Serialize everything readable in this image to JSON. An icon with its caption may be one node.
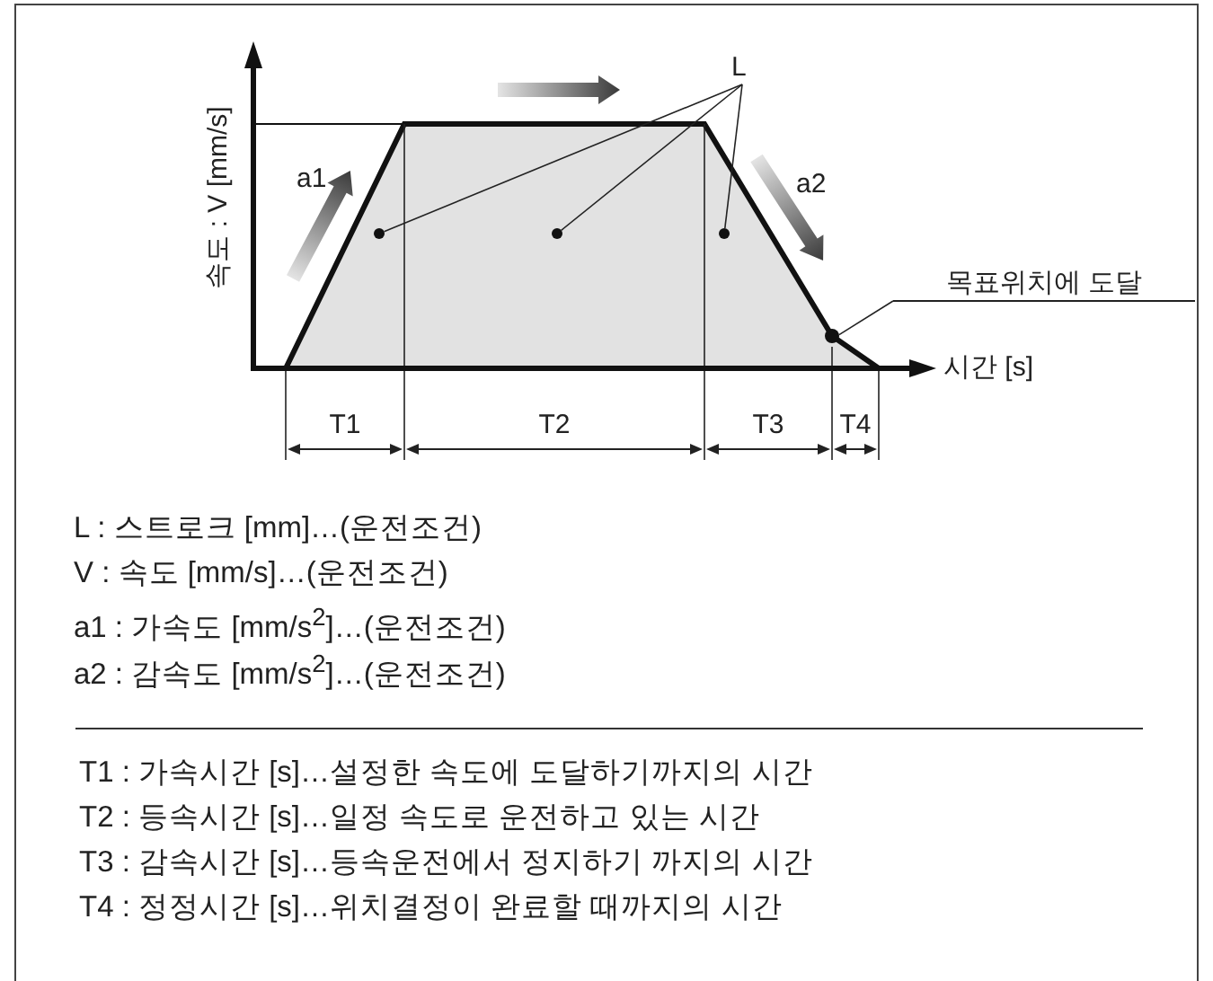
{
  "diagram": {
    "nodes": [
      {
        "text": [
          "L"
        ]
      },
      {
        "text": [],
        "shape": "circle"
      },
      {
        "text": [],
        "shape": "circle"
      },
      {
        "text": [],
        "shape": "circle"
      },
      {
        "text": [
          "목표위치에 도달"
        ]
      },
      {
        "text": [],
        "shape": "circle"
      }
    ],
    "edges": [
      {
        "from": 0,
        "to": 1,
        "arrow": "none"
      },
      {
        "from": 0,
        "to": 2,
        "arrow": "none"
      },
      {
        "from": 0,
        "to": 3,
        "arrow": "none"
      },
      {
        "from": 4,
        "to": 5,
        "arrow": "none"
      }
    ],
    "labels": [
      "a1",
      "a2",
      "속도 : V [mm/s]",
      "시간 [s]",
      "T1",
      "T2",
      "T3",
      "T4",
      "L : 스트로크 [mm]…(운전조건)",
      "V : 속도 [mm/s]…(운전조건)",
      "a1 : 가속도 [mm/s$^{2}$]…(운전조건)",
      "a2 : 감속도 [mm/s$^{2}$]…(운전조건)",
      "T1 : 가속시간 [s]…설정한 속도에 도달하기까지의 시간",
      "T2 : 등속시간 [s]…일정 속도로 운전하고 있는 시간",
      "T3 : 감속시간 [s]…등속운전에서 정지하기 까지의 시간",
      "T4 : 정정시간 [s]…위치결정이 완료할 때까지의 시간"
    ]
  }
}
